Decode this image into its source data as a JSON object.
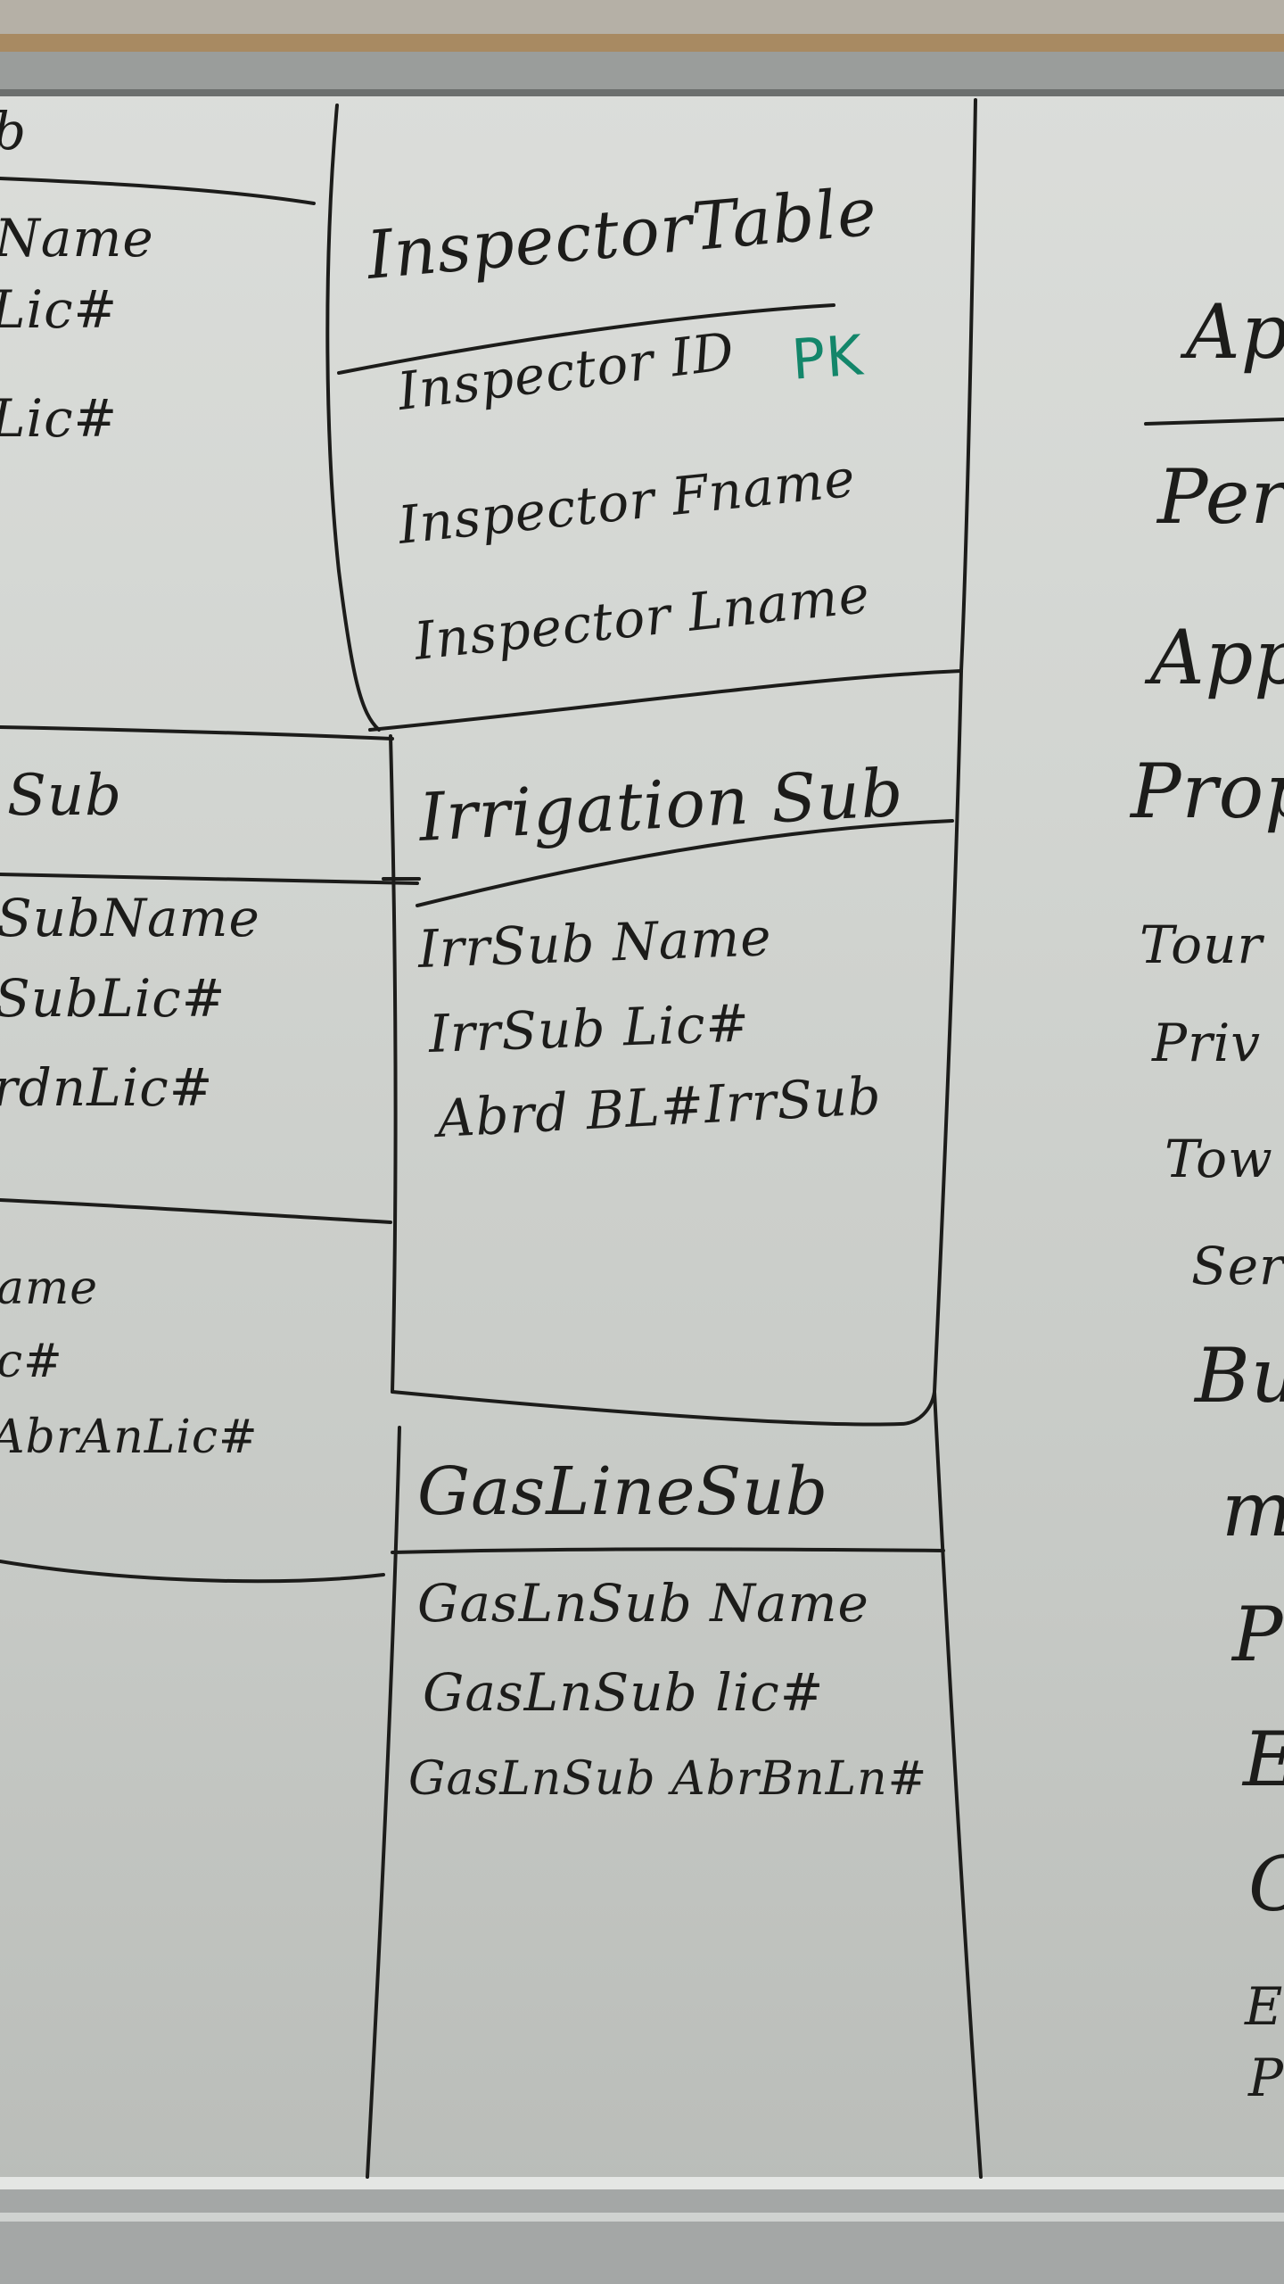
{
  "inspector_table": {
    "title": "InspectorTable",
    "pk_marker": "PK",
    "fields": [
      "Inspector ID",
      "Inspector Fname",
      "Inspector Lname"
    ]
  },
  "irrigation_sub": {
    "title": "Irrigation Sub",
    "fields": [
      "IrrSub Name",
      "IrrSub Lic#",
      "Abrd BL#IrrSub"
    ]
  },
  "gasline_sub": {
    "title": "GasLineSub",
    "fields": [
      "GasLnSub Name",
      "GasLnSub lic#",
      "GasLnSub AbrBnLn#"
    ]
  },
  "left_partial": {
    "top_top": "b",
    "top_fields": [
      "Name",
      "Lic#",
      "Lic#"
    ],
    "mid_title": "Sub",
    "mid_fields": [
      "SubName",
      "SubLic#",
      "rdnLic#"
    ],
    "bot_fields": [
      "ame",
      "c#",
      "AbrAnLic#"
    ]
  },
  "right_partial": {
    "title": "App",
    "items": [
      "Per",
      "App",
      "Prop",
      "Tour",
      "Priv",
      "Tow",
      "Ser",
      "Bu",
      "m",
      "P",
      "E",
      "C",
      "E",
      "P"
    ]
  },
  "colors": {
    "ink": "#1c1c1a",
    "marker_green": "#13866a",
    "board": "#d4d7d3",
    "frame_wood": "#a88a62"
  }
}
